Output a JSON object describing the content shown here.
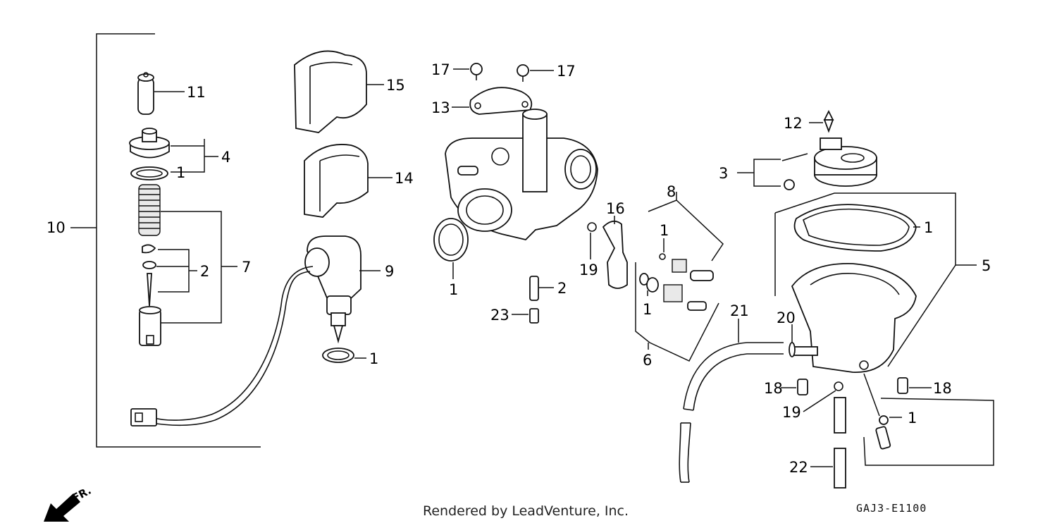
{
  "footer": {
    "rendered_by": "Rendered by LeadVenture, Inc.",
    "diagram_code": "GAJ3-E1100"
  },
  "direction": {
    "label": "FR."
  },
  "callouts": [
    "1",
    "2",
    "3",
    "4",
    "5",
    "6",
    "7",
    "8",
    "9",
    "10",
    "11",
    "12",
    "13",
    "14",
    "15",
    "16",
    "17",
    "18",
    "19",
    "20",
    "21",
    "22",
    "23"
  ]
}
